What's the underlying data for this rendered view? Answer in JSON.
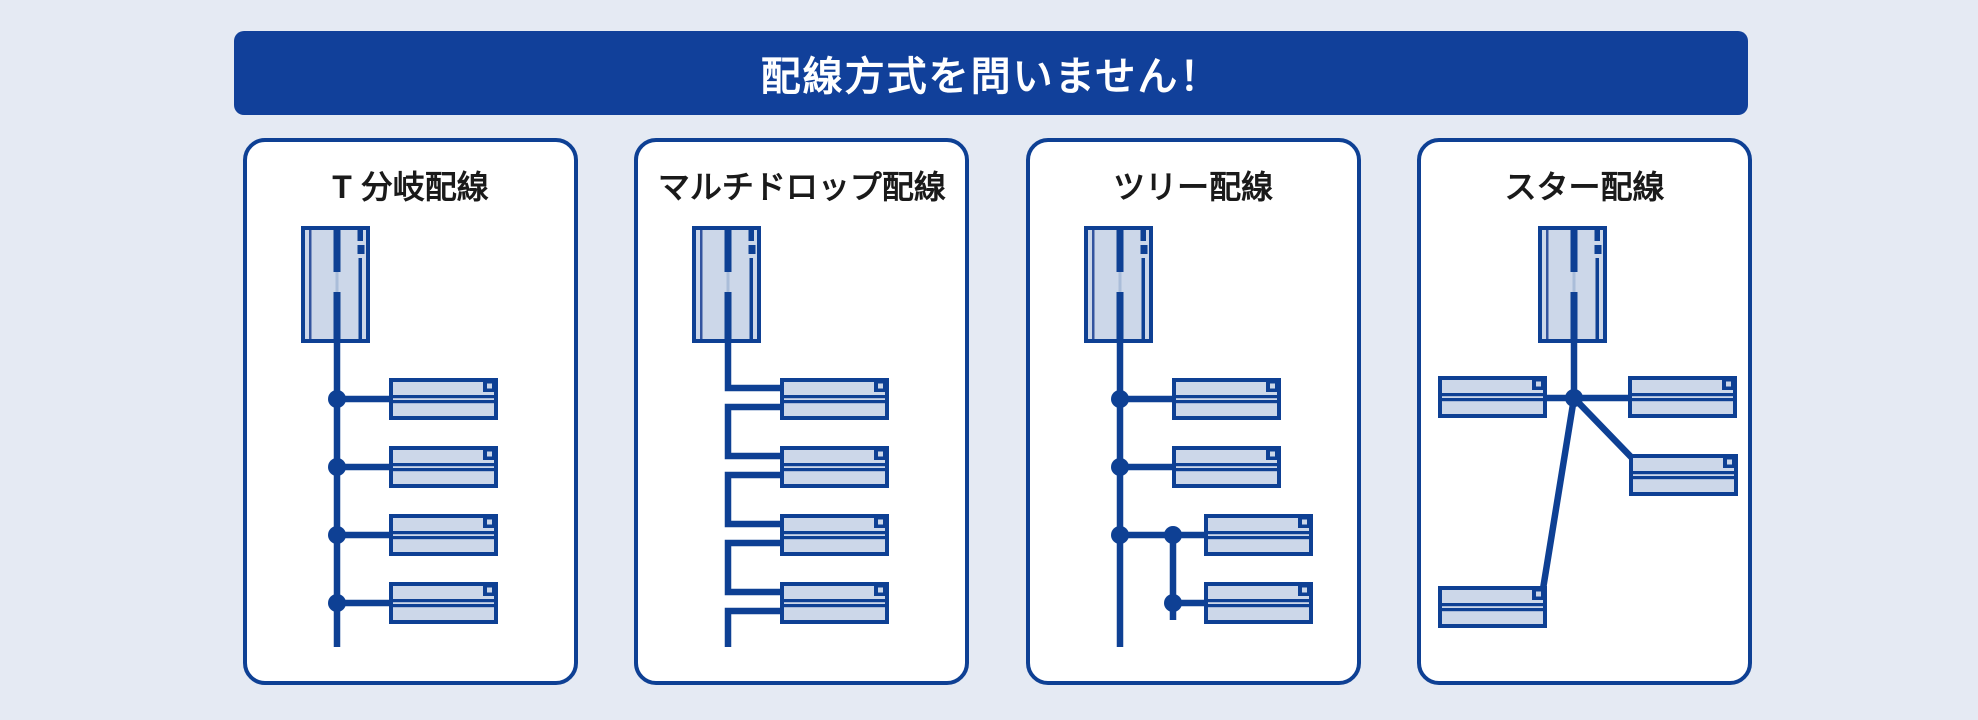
{
  "banner": {
    "title": "配線方式を問いません！"
  },
  "panels": [
    {
      "title": "T 分岐配線",
      "topology": "t-branch",
      "master_count": 1,
      "slave_count": 4
    },
    {
      "title": "マルチドロップ配線",
      "topology": "multidrop",
      "master_count": 1,
      "slave_count": 4
    },
    {
      "title": "ツリー配線",
      "topology": "tree",
      "master_count": 1,
      "slave_count": 4
    },
    {
      "title": "スター配線",
      "topology": "star",
      "master_count": 1,
      "slave_count": 4
    }
  ],
  "icons": {
    "master": "master-device-icon",
    "slave": "slave-device-icon",
    "junction": "branch-dot"
  },
  "colors": {
    "accent_blue": "#0e4094",
    "banner_background": "#11409a",
    "banner_text": "#ffffff",
    "device_fill": "#ccd7e9",
    "page_background": "#e5eaf3",
    "panel_background": "#ffffff",
    "panel_title_text": "#1a1a1a"
  }
}
